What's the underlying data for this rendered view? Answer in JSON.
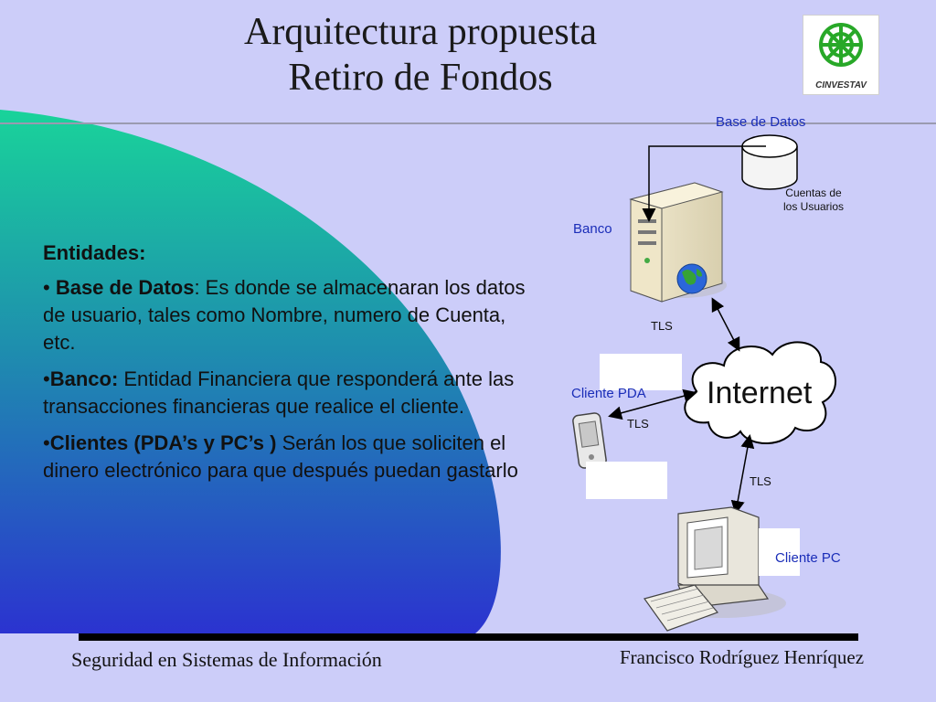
{
  "slide": {
    "title_line1": "Arquitectura propuesta",
    "title_line2": "Retiro de Fondos",
    "logo_text": "CINVESTAV",
    "body": {
      "heading": "Entidades:",
      "items": [
        {
          "bold": "Base de Datos",
          "text": ": Es donde se almacenaran los datos de usuario, tales como Nombre, numero de Cuenta, etc.",
          "prefix": "• "
        },
        {
          "bold": "Banco:",
          "text": " Entidad Financiera que responderá ante las transacciones financieras que realice el cliente.",
          "prefix": "•"
        },
        {
          "bold": "Clientes (PDA’s y PC’s )",
          "text": " Serán los que soliciten el dinero electrónico para que después puedan gastarlo",
          "prefix": "•"
        }
      ]
    },
    "diagram": {
      "database_label": "Base de Datos",
      "database_note": "Cuentas de los Usuarios",
      "bank_label": "Banco",
      "internet_label": "Internet",
      "pda_label": "Cliente PDA",
      "pc_label": "Cliente PC",
      "tls_bank": "TLS",
      "tls_pda": "TLS",
      "tls_pc": "TLS"
    },
    "footer": {
      "left": "Seguridad en Sistemas de Información",
      "right": "Francisco Rodríguez Henríquez"
    },
    "colors": {
      "background": "#cccdf9",
      "label_blue": "#1a2db8"
    }
  }
}
